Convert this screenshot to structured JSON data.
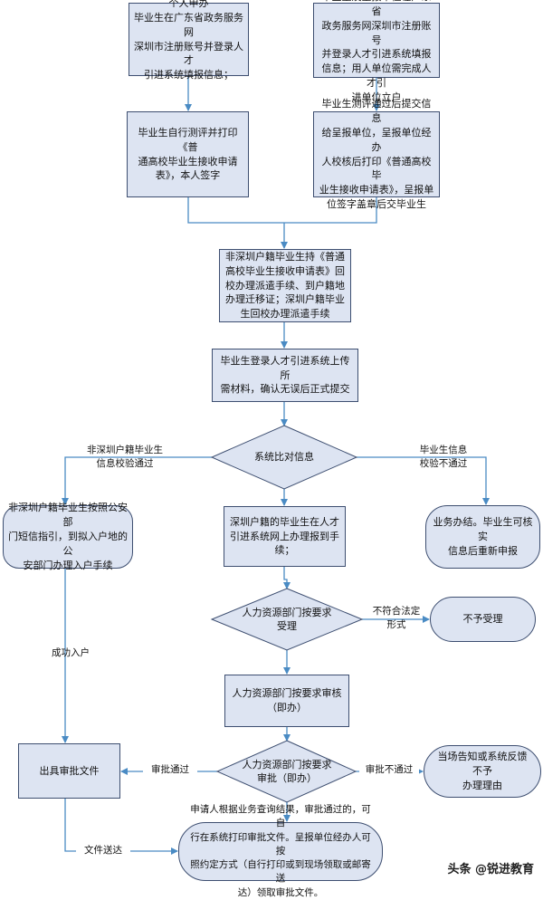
{
  "nodes": {
    "personal": "个人申办\n毕业生在广东省政务服务网\n深圳市注册账号并登录人才\n引进系统填报信息；",
    "unit": "单位申办\n毕业生及呈报单位在广东省\n政务服务网深圳市注册账号\n并登录人才引进系统填报信息；用人单位需完成人才引\n进单位立户",
    "self_test": "毕业生自行测评并打印《普\n通高校毕业生接收申请\n表》，本人签字",
    "unit_test": "毕业生测评通过后提交信息\n给呈报单位，呈报单位经办\n人校核后打印《普通高校毕\n业生接收申请表》，呈报单\n位签字盖章后交毕业生",
    "non_sz": "非深圳户籍毕业生持《普通\n高校毕业生接收申请表》回\n校办理派遣手续、到户籍地\n办理迁移证；深圳户籍毕业\n生回校办理派遣手续",
    "upload": "毕业生登录人才引进系统上传所\n需材料，确认无误后正式提交",
    "compare": "系统比对信息",
    "police": "非深圳户籍毕业生按照公安部\n门短信指引，到拟入户地的公\n安部门办理入户手续",
    "sz_report": "深圳户籍的毕业生在人才\n引进系统网上办理报到手\n续；",
    "fail_end": "业务办结。毕业生可核实\n信息后重新申报",
    "accept": "人力资源部门按要求\n受理",
    "reject": "不予受理",
    "review": "人力资源部门按要求审核\n（即办）",
    "approve": "人力资源部门按要求\n审批（即办）",
    "issue": "出具审批文件",
    "notify": "当场告知或系统反馈不予\n办理理由",
    "final": "申请人根据业务查询结果，审批通过的，可自\n行在系统打印审批文件。呈报单位经办人可按\n照约定方式（自行打印或到现场领取或邮寄送\n达）领取审批文件。"
  },
  "edge_labels": {
    "left_pass": "非深圳户籍毕业生\n信息校验通过",
    "right_fail": "毕业生信息\n校验不通过",
    "success": "成功入户",
    "not_legal": "不符合法定\n形式",
    "approved": "审批通过",
    "not_approved": "审批不通过",
    "deliver": "文件送达"
  },
  "watermark": "头条 @锐进教育",
  "colors": {
    "fill": "#dde4f2",
    "border": "#3d4e70",
    "line": "#4a8bc4"
  }
}
